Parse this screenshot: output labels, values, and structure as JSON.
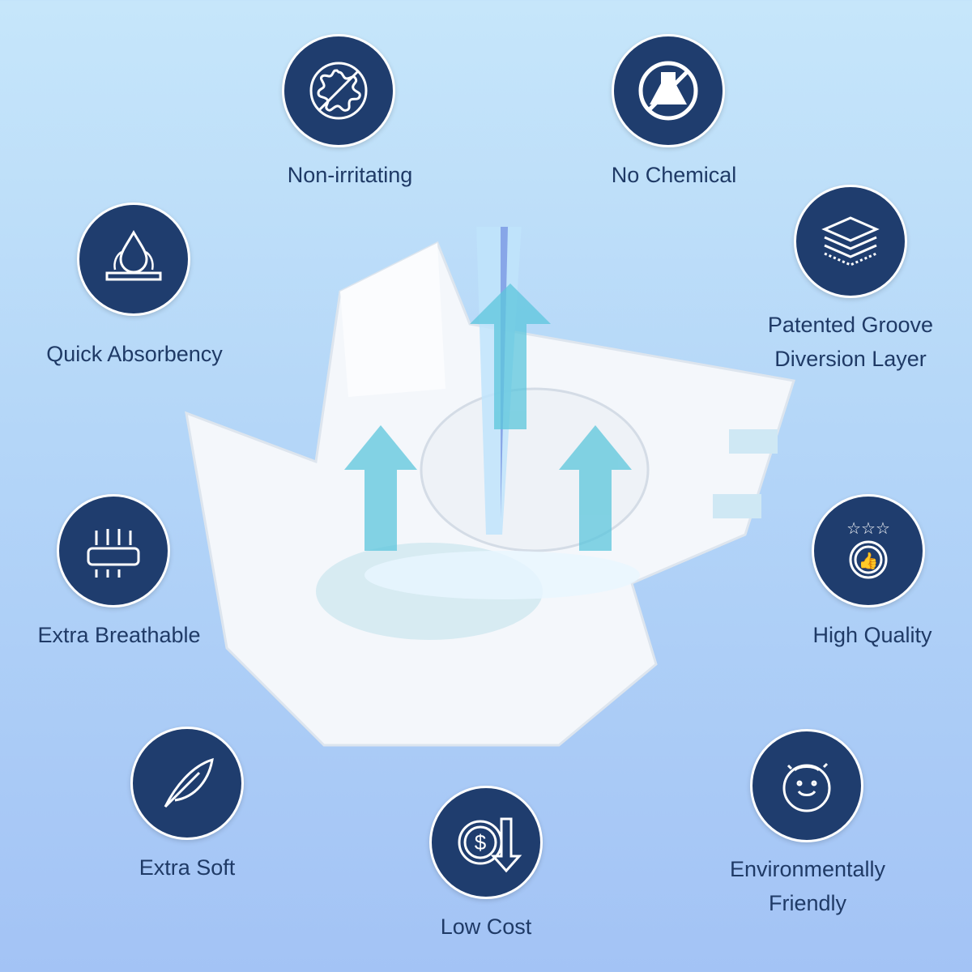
{
  "features": [
    {
      "id": "non-irritating",
      "lines": [
        "Non-irritating"
      ],
      "icon": "no-germ-icon"
    },
    {
      "id": "no-chemical",
      "lines": [
        "No Chemical"
      ],
      "icon": "no-chemical-flask-icon"
    },
    {
      "id": "quick-absorbency",
      "lines": [
        "Quick Absorbency"
      ],
      "icon": "water-drop-icon"
    },
    {
      "id": "patented-groove",
      "lines": [
        "Patented Groove",
        "Diversion Layer"
      ],
      "icon": "layers-icon"
    },
    {
      "id": "extra-breathable",
      "lines": [
        "Extra Breathable"
      ],
      "icon": "breathable-pad-icon"
    },
    {
      "id": "high-quality",
      "lines": [
        "High Quality"
      ],
      "icon": "thumbs-up-stars-icon"
    },
    {
      "id": "extra-soft",
      "lines": [
        "Extra Soft"
      ],
      "icon": "feather-icon"
    },
    {
      "id": "low-cost",
      "lines": [
        "Low Cost"
      ],
      "icon": "dollar-down-icon"
    },
    {
      "id": "environmentally-friendly",
      "lines": [
        "Environmentally",
        "Friendly"
      ],
      "icon": "earth-icon"
    }
  ],
  "colors": {
    "circle": "#1f3d6e",
    "text": "#1f3a66",
    "arrow": "#5cc6dc"
  }
}
